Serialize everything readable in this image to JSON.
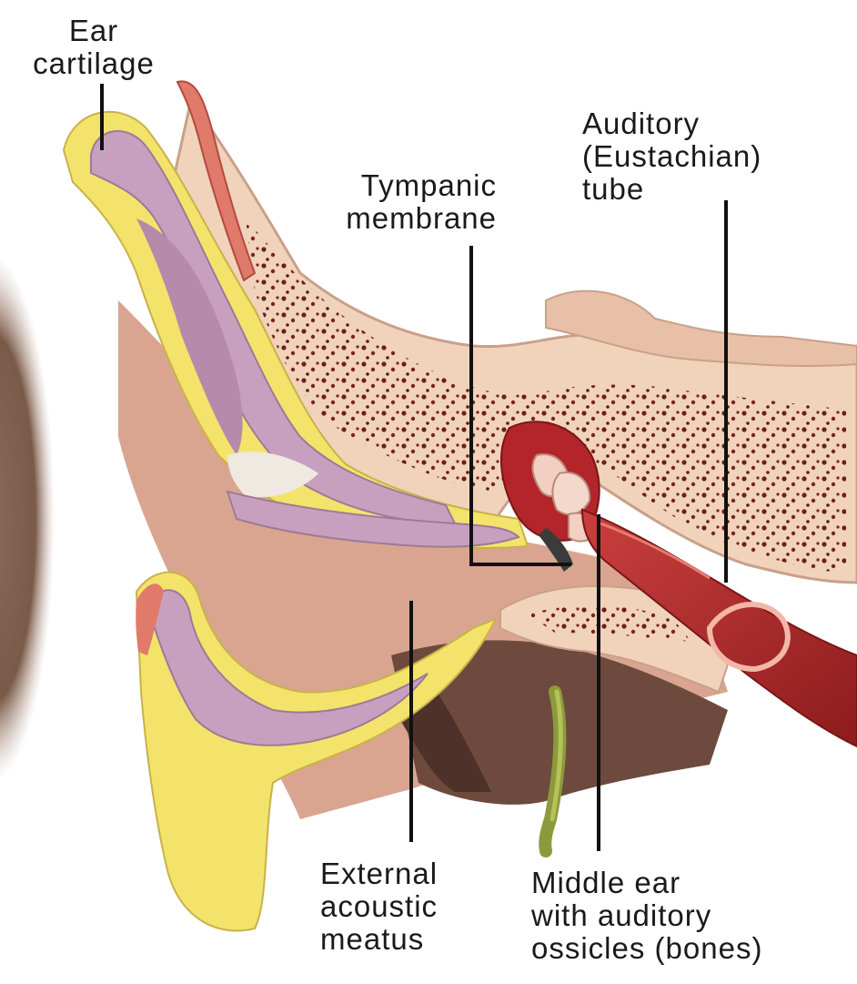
{
  "labels": {
    "ear_cartilage": [
      "Ear",
      "cartilage"
    ],
    "tympanic_membrane": [
      "Tympanic",
      "membrane"
    ],
    "auditory_tube": [
      "Auditory",
      "(Eustachian)",
      "tube"
    ],
    "external_acoustic_meatus": [
      "External",
      "acoustic",
      "meatus"
    ],
    "middle_ear": [
      "Middle ear",
      "with auditory",
      "ossicles (bones)"
    ]
  },
  "colors": {
    "cartilage": "#c8a0bf",
    "fat": "#f3e36a",
    "skin": "#d9a590",
    "bone": "#f1d3bc",
    "bone_dots": "#6b1f1c",
    "tube_red": "#b3252a",
    "nerve": "#8c9a3c",
    "shadow": "#6e4a3e"
  },
  "icons": [
    "ear-cross-section-illustration"
  ]
}
